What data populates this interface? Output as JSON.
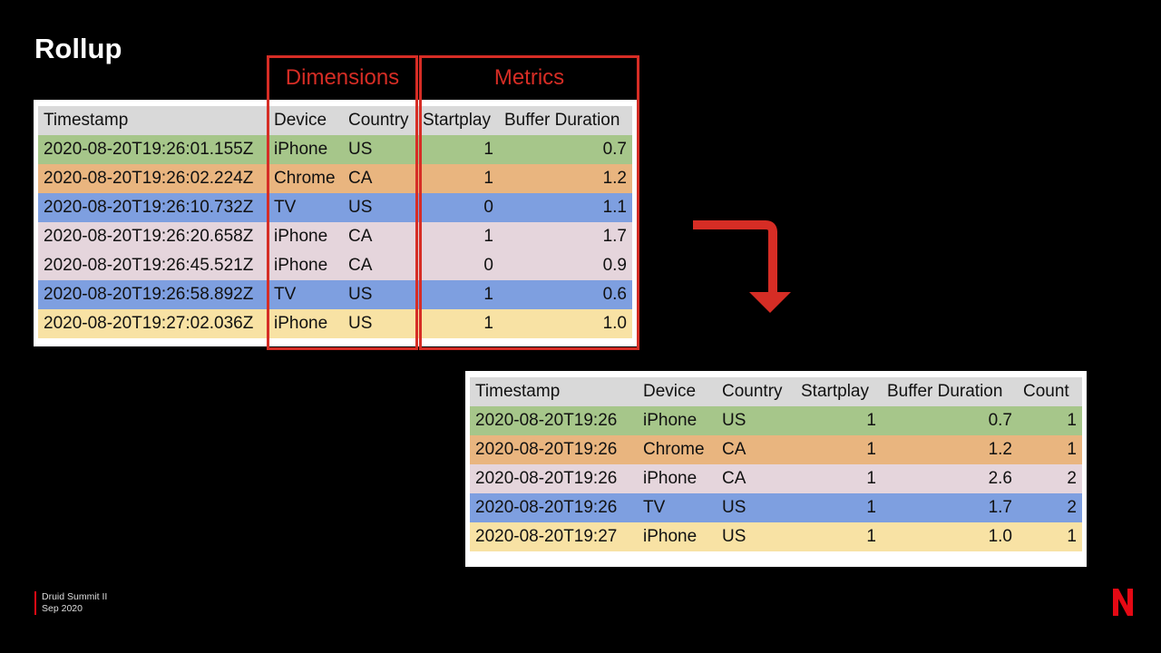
{
  "slide": {
    "title": "Rollup",
    "labels": {
      "dimensions": "Dimensions",
      "metrics": "Metrics"
    },
    "footer": {
      "line1": "Druid Summit II",
      "line2": "Sep 2020"
    },
    "logo": "netflix-n-logo",
    "accent_color": "#d62d25"
  },
  "raw_table": {
    "headers": [
      "Timestamp",
      "Device",
      "Country",
      "Startplay",
      "Buffer Duration"
    ],
    "rows": [
      {
        "cells": [
          "2020-08-20T19:26:01.155Z",
          "iPhone",
          "US",
          "1",
          "0.7"
        ],
        "color": "#a6c68a"
      },
      {
        "cells": [
          "2020-08-20T19:26:02.224Z",
          "Chrome",
          "CA",
          "1",
          "1.2"
        ],
        "color": "#e9b57f"
      },
      {
        "cells": [
          "2020-08-20T19:26:10.732Z",
          "TV",
          "US",
          "0",
          "1.1"
        ],
        "color": "#7e9fe0"
      },
      {
        "cells": [
          "2020-08-20T19:26:20.658Z",
          "iPhone",
          "CA",
          "1",
          "1.7"
        ],
        "color": "#e5d5dc"
      },
      {
        "cells": [
          "2020-08-20T19:26:45.521Z",
          "iPhone",
          "CA",
          "0",
          "0.9"
        ],
        "color": "#e5d5dc"
      },
      {
        "cells": [
          "2020-08-20T19:26:58.892Z",
          "TV",
          "US",
          "1",
          "0.6"
        ],
        "color": "#7e9fe0"
      },
      {
        "cells": [
          "2020-08-20T19:27:02.036Z",
          "iPhone",
          "US",
          "1",
          "1.0"
        ],
        "color": "#f8e2a4"
      }
    ]
  },
  "rollup_table": {
    "headers": [
      "Timestamp",
      "Device",
      "Country",
      "Startplay",
      "Buffer Duration",
      "Count"
    ],
    "rows": [
      {
        "cells": [
          "2020-08-20T19:26",
          "iPhone",
          "US",
          "1",
          "0.7",
          "1"
        ],
        "color": "#a6c68a"
      },
      {
        "cells": [
          "2020-08-20T19:26",
          "Chrome",
          "CA",
          "1",
          "1.2",
          "1"
        ],
        "color": "#e9b57f"
      },
      {
        "cells": [
          "2020-08-20T19:26",
          "iPhone",
          "CA",
          "1",
          "2.6",
          "2"
        ],
        "color": "#e5d5dc"
      },
      {
        "cells": [
          "2020-08-20T19:26",
          "TV",
          "US",
          "1",
          "1.7",
          "2"
        ],
        "color": "#7e9fe0"
      },
      {
        "cells": [
          "2020-08-20T19:27",
          "iPhone",
          "US",
          "1",
          "1.0",
          "1"
        ],
        "color": "#f8e2a4"
      }
    ]
  }
}
